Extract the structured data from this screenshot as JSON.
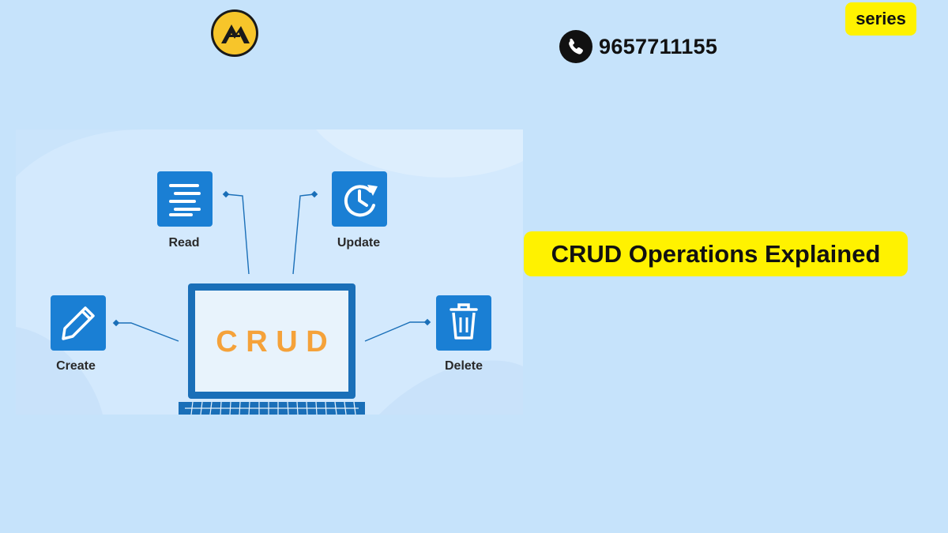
{
  "header": {
    "phone": "9657711155",
    "series_label": "series"
  },
  "title": "CRUD Operations Explained",
  "diagram": {
    "center_label": "C R U D",
    "operations": {
      "read": "Read",
      "update": "Update",
      "create": "Create",
      "delete": "Delete"
    }
  },
  "colors": {
    "background": "#c6e3fb",
    "highlight": "#fff200",
    "icon_blue": "#1a7fd4",
    "crud_orange": "#f5a23a"
  },
  "icons": [
    "logo-icon",
    "phone-icon",
    "read-icon",
    "update-icon",
    "create-icon",
    "delete-icon",
    "laptop-icon"
  ]
}
